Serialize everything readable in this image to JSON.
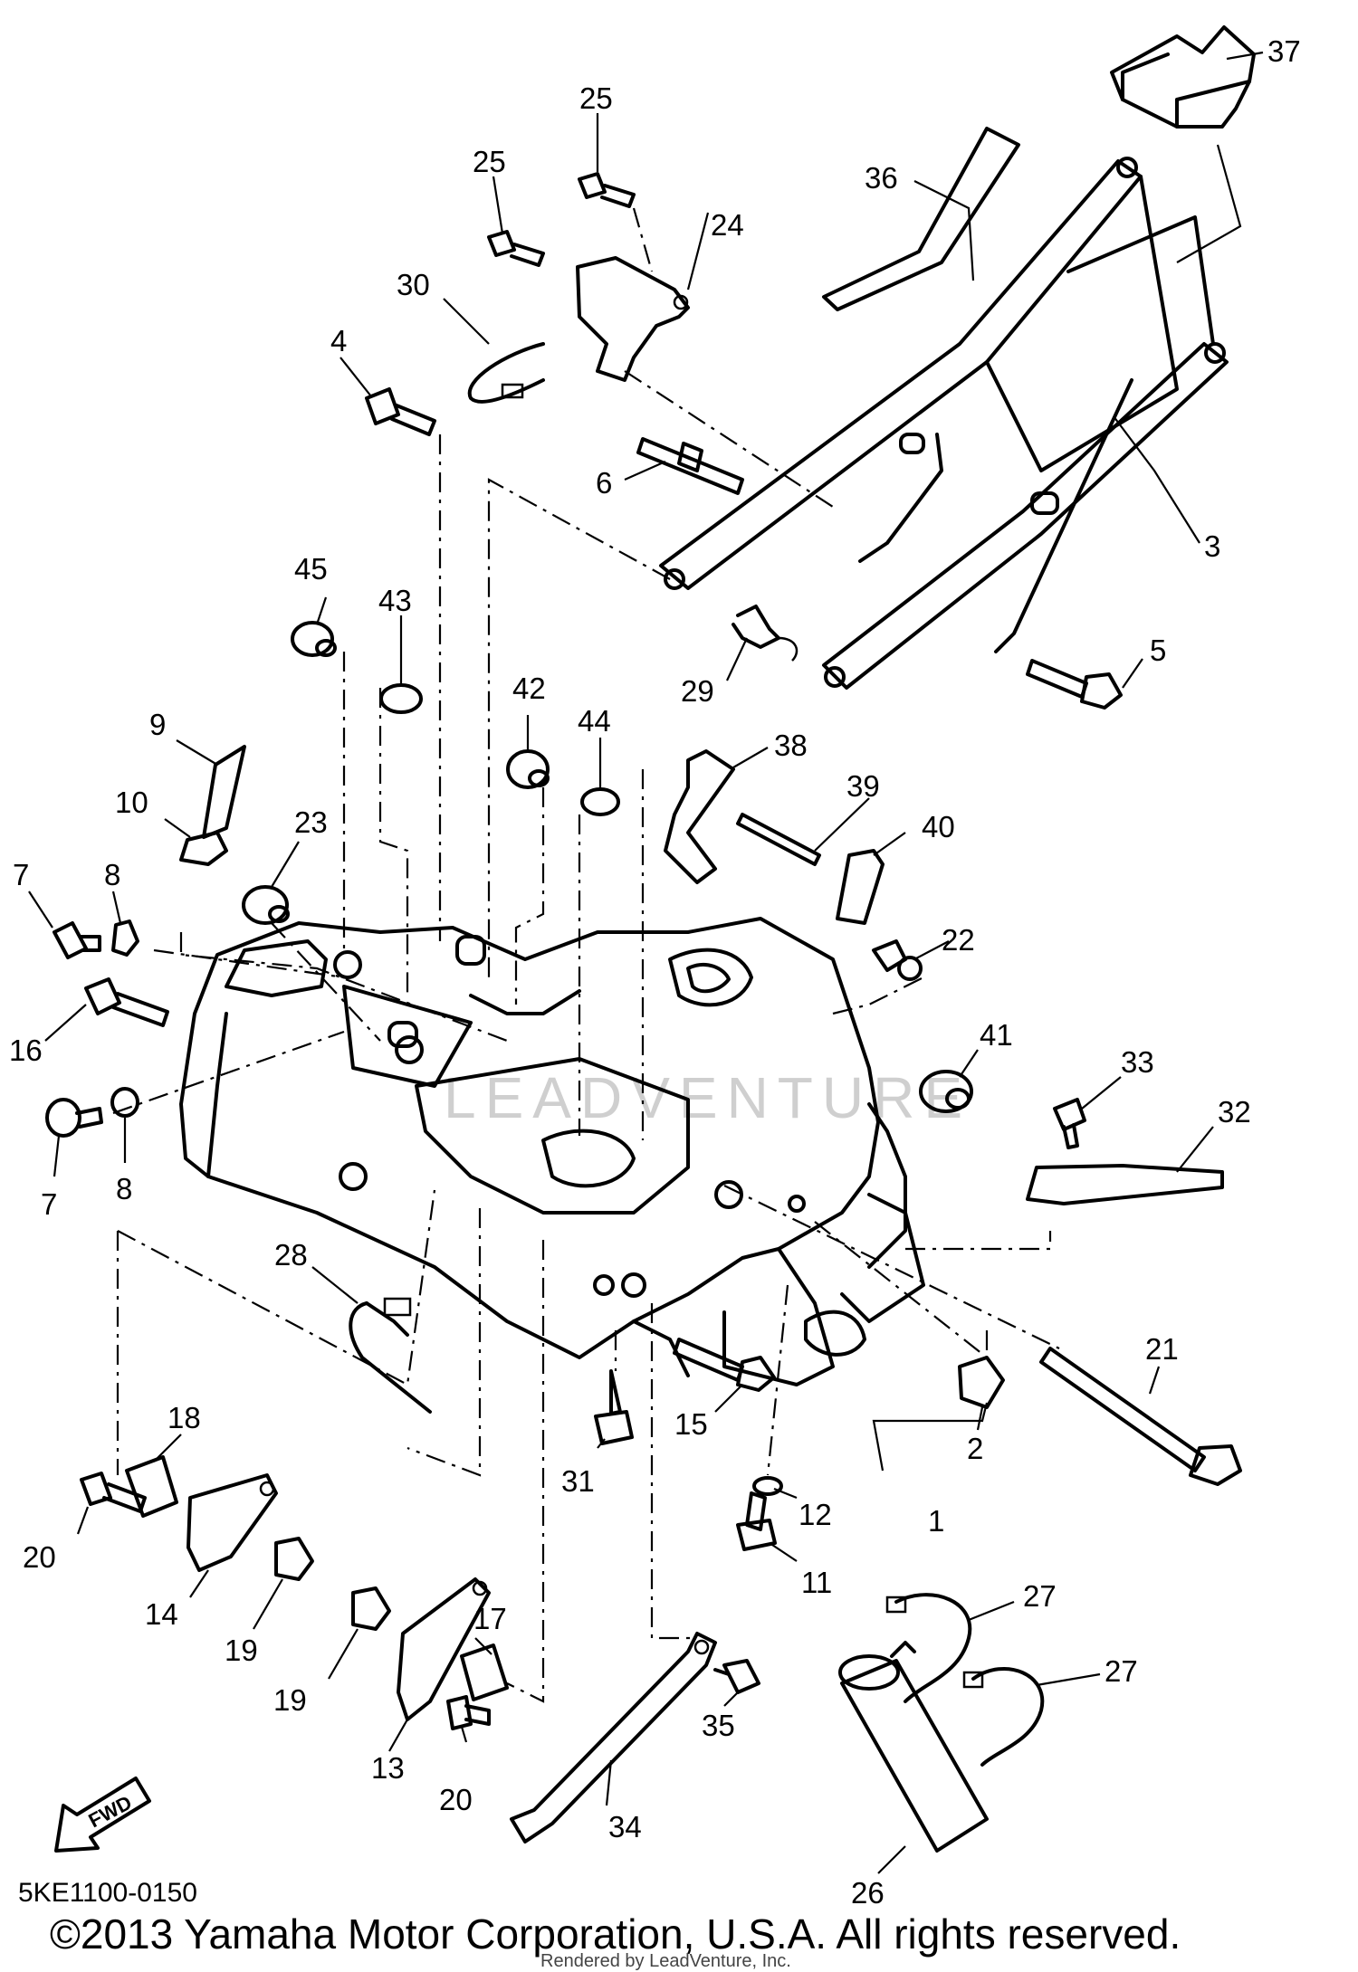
{
  "diagram": {
    "part_code": "5KE1100-0150",
    "copyright": "©2013 Yamaha Motor Corporation, U.S.A. All rights reserved.",
    "rendered_by": "Rendered by LeadVenture, Inc.",
    "fwd_label": "FWD",
    "watermark": "LEADVENTURE",
    "callouts": [
      {
        "id": "c37",
        "label": "37"
      },
      {
        "id": "c36",
        "label": "36"
      },
      {
        "id": "c25a",
        "label": "25"
      },
      {
        "id": "c25b",
        "label": "25"
      },
      {
        "id": "c24",
        "label": "24"
      },
      {
        "id": "c30",
        "label": "30"
      },
      {
        "id": "c4",
        "label": "4"
      },
      {
        "id": "c6",
        "label": "6"
      },
      {
        "id": "c3",
        "label": "3"
      },
      {
        "id": "c45",
        "label": "45"
      },
      {
        "id": "c43",
        "label": "43"
      },
      {
        "id": "c29",
        "label": "29"
      },
      {
        "id": "c5",
        "label": "5"
      },
      {
        "id": "c9",
        "label": "9"
      },
      {
        "id": "c42",
        "label": "42"
      },
      {
        "id": "c44",
        "label": "44"
      },
      {
        "id": "c38",
        "label": "38"
      },
      {
        "id": "c39",
        "label": "39"
      },
      {
        "id": "c40",
        "label": "40"
      },
      {
        "id": "c10",
        "label": "10"
      },
      {
        "id": "c23",
        "label": "23"
      },
      {
        "id": "c7a",
        "label": "7"
      },
      {
        "id": "c8a",
        "label": "8"
      },
      {
        "id": "c22",
        "label": "22"
      },
      {
        "id": "c16",
        "label": "16"
      },
      {
        "id": "c41",
        "label": "41"
      },
      {
        "id": "c33",
        "label": "33"
      },
      {
        "id": "c32",
        "label": "32"
      },
      {
        "id": "c7b",
        "label": "7"
      },
      {
        "id": "c8b",
        "label": "8"
      },
      {
        "id": "c21",
        "label": "21"
      },
      {
        "id": "c18",
        "label": "18"
      },
      {
        "id": "c28",
        "label": "28"
      },
      {
        "id": "c15",
        "label": "15"
      },
      {
        "id": "c2",
        "label": "2"
      },
      {
        "id": "c31",
        "label": "31"
      },
      {
        "id": "c12",
        "label": "12"
      },
      {
        "id": "c1",
        "label": "1"
      },
      {
        "id": "c20a",
        "label": "20"
      },
      {
        "id": "c14",
        "label": "14"
      },
      {
        "id": "c19a",
        "label": "19"
      },
      {
        "id": "c11",
        "label": "11"
      },
      {
        "id": "c27a",
        "label": "27"
      },
      {
        "id": "c17",
        "label": "17"
      },
      {
        "id": "c27b",
        "label": "27"
      },
      {
        "id": "c19b",
        "label": "19"
      },
      {
        "id": "c13",
        "label": "13"
      },
      {
        "id": "c35",
        "label": "35"
      },
      {
        "id": "c20b",
        "label": "20"
      },
      {
        "id": "c34",
        "label": "34"
      },
      {
        "id": "c26",
        "label": "26"
      }
    ]
  }
}
